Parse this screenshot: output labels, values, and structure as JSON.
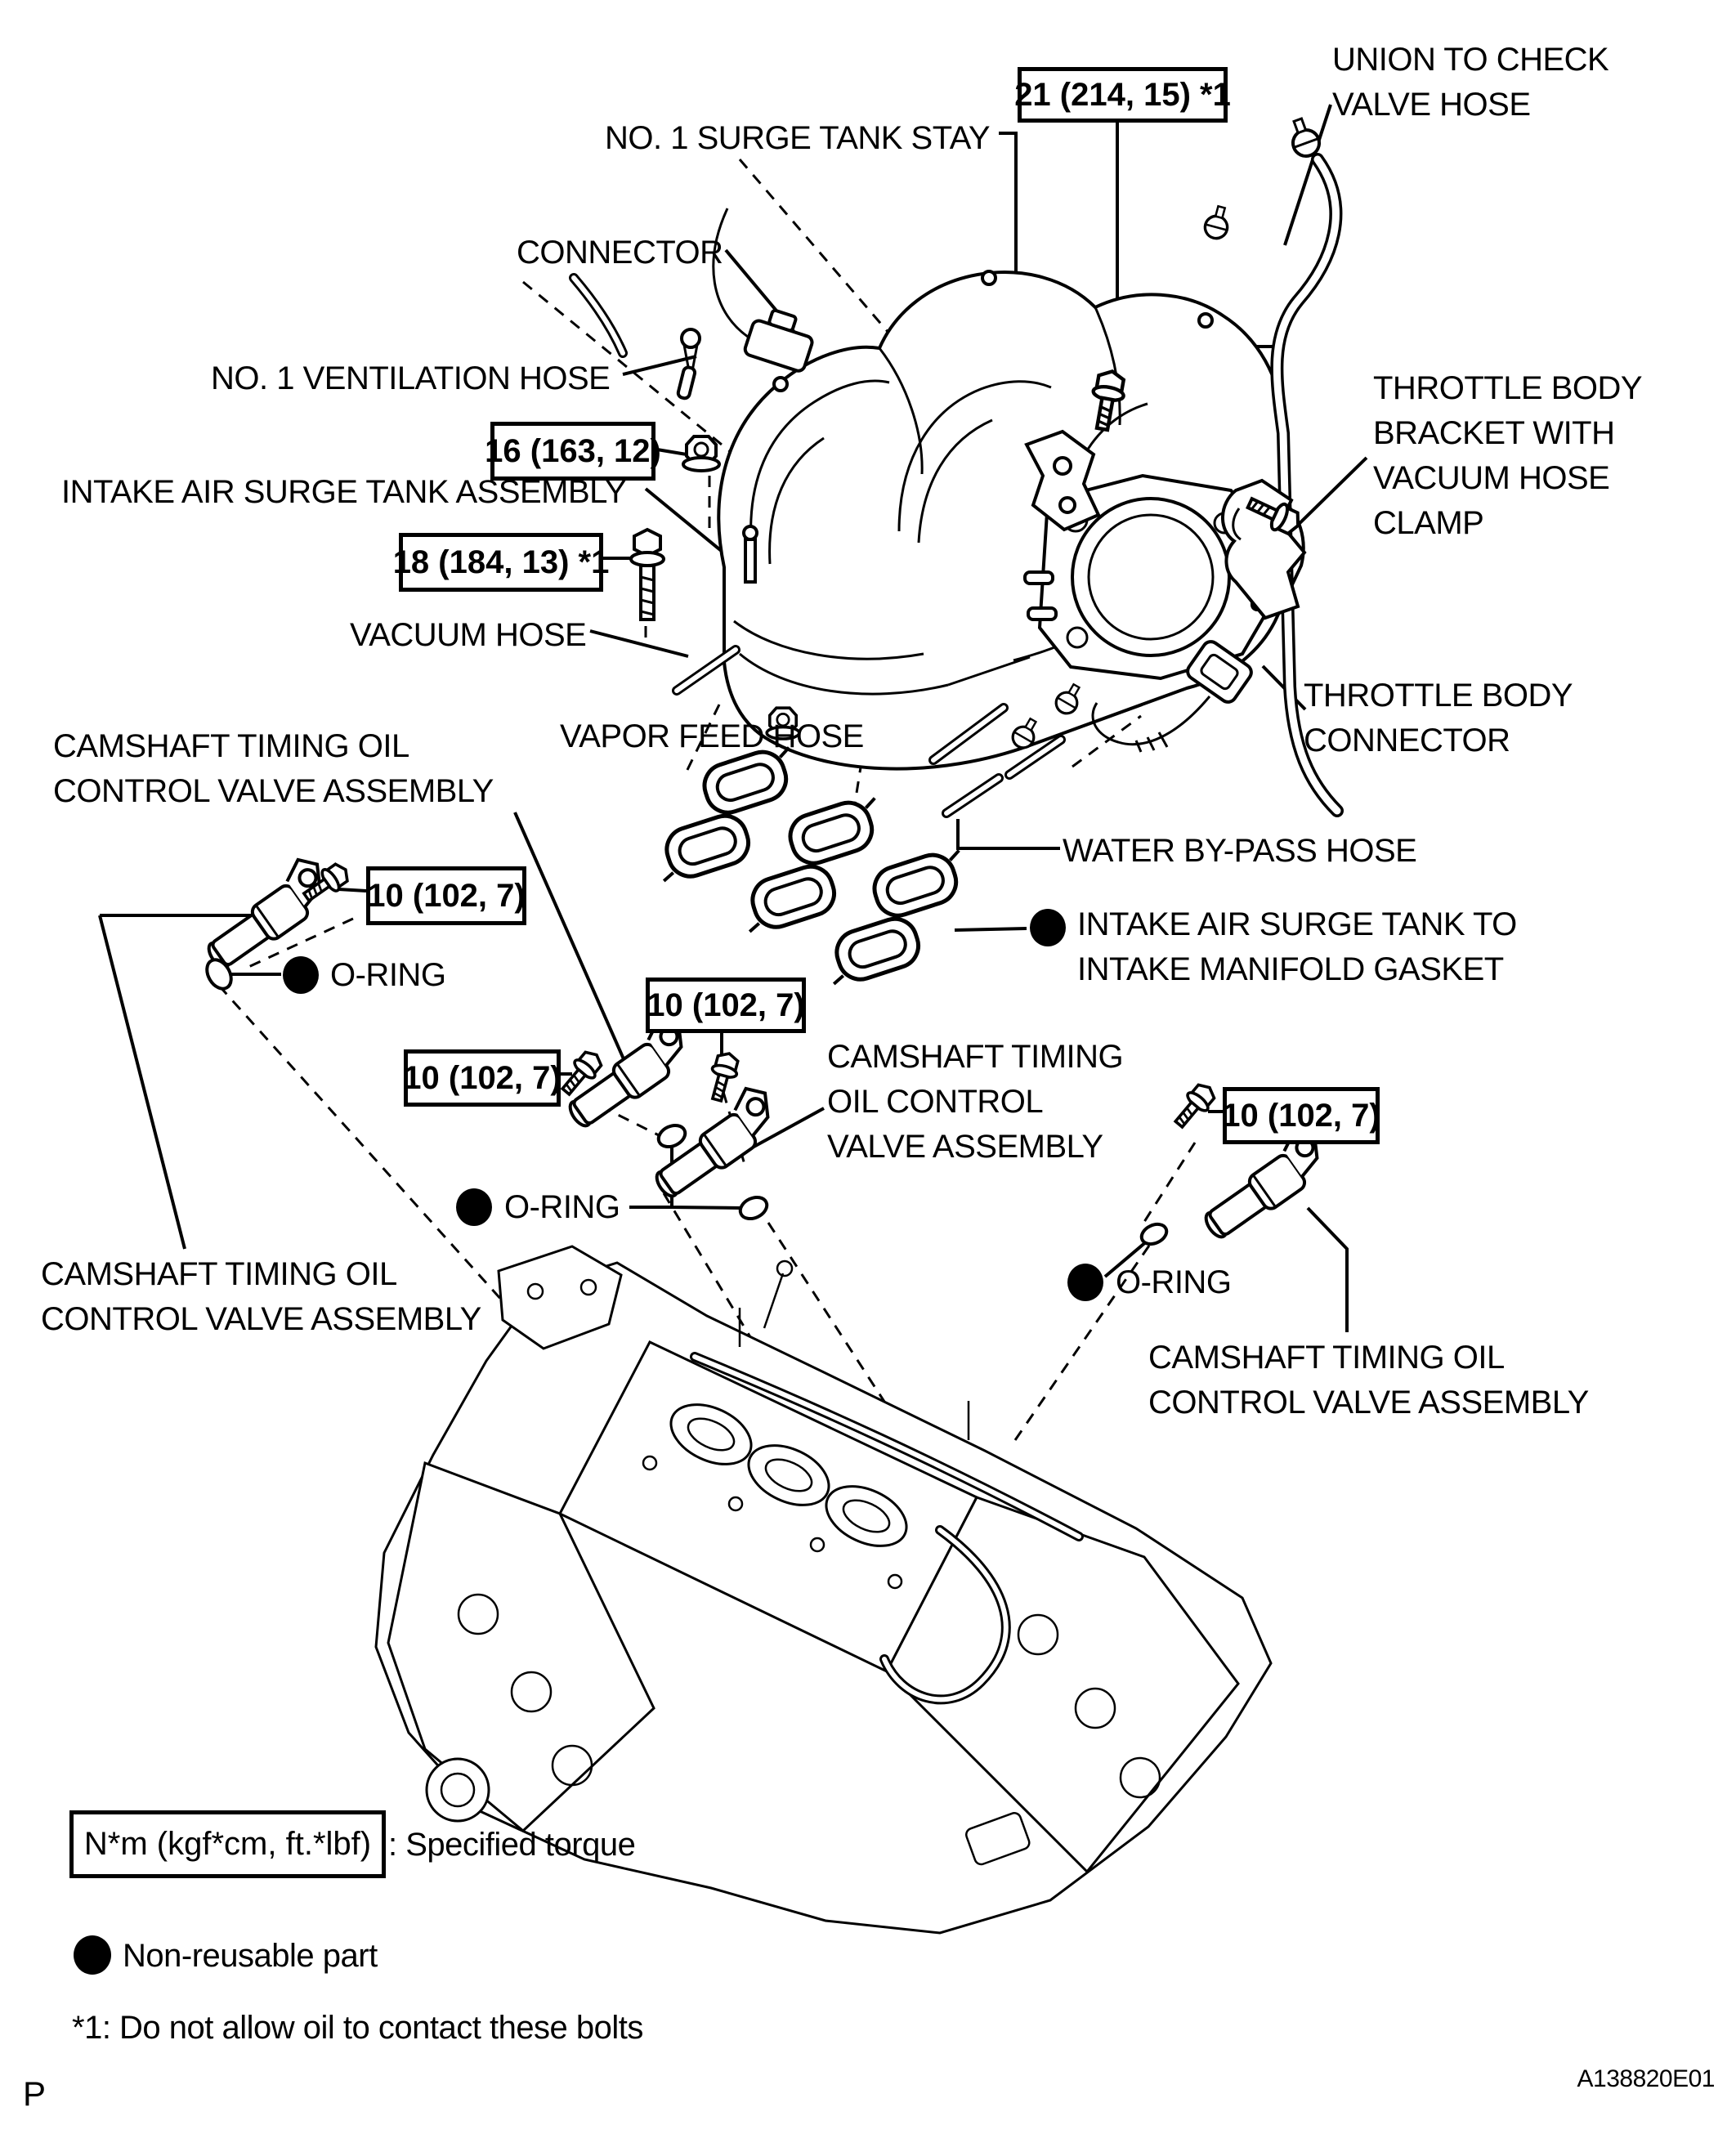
{
  "page": {
    "footer_left": "P",
    "figure_id": "A138820E01"
  },
  "torque": {
    "bolt21": "21 (214, 15) *1",
    "bolt16": "16 (163, 12)",
    "bolt18": "18 (184, 13) *1",
    "bolt10": "10 (102, 7)"
  },
  "labels": {
    "surge_tank_stay": "NO. 1 SURGE TANK STAY",
    "union_check_valve_hose": "UNION TO CHECK\nVALVE HOSE",
    "connector": "CONNECTOR",
    "ventilation_hose": "NO. 1 VENTILATION HOSE",
    "intake_air_surge_tank_assembly": "INTAKE AIR SURGE TANK ASSEMBLY",
    "vacuum_hose": "VACUUM HOSE",
    "throttle_body_bracket": "THROTTLE BODY\nBRACKET WITH\nVACUUM HOSE\nCLAMP",
    "throttle_body_connector": "THROTTLE BODY\nCONNECTOR",
    "vapor_feed_hose": "VAPOR FEED HOSE",
    "water_bypass_hose": "WATER BY-PASS HOSE",
    "intake_manifold_gasket": "INTAKE AIR SURGE TANK TO\nINTAKE MANIFOLD GASKET",
    "camshaft_valve_2line": "CAMSHAFT TIMING OIL\nCONTROL VALVE ASSEMBLY",
    "camshaft_valve_3line": "CAMSHAFT TIMING\nOIL CONTROL\nVALVE ASSEMBLY",
    "o_ring": "O-RING"
  },
  "legend": {
    "torque_unit": "N*m (kgf*cm, ft.*lbf)",
    "torque_desc": ": Specified torque",
    "non_reusable": "Non-reusable part",
    "footnote": "*1: Do not allow oil to contact these bolts"
  }
}
